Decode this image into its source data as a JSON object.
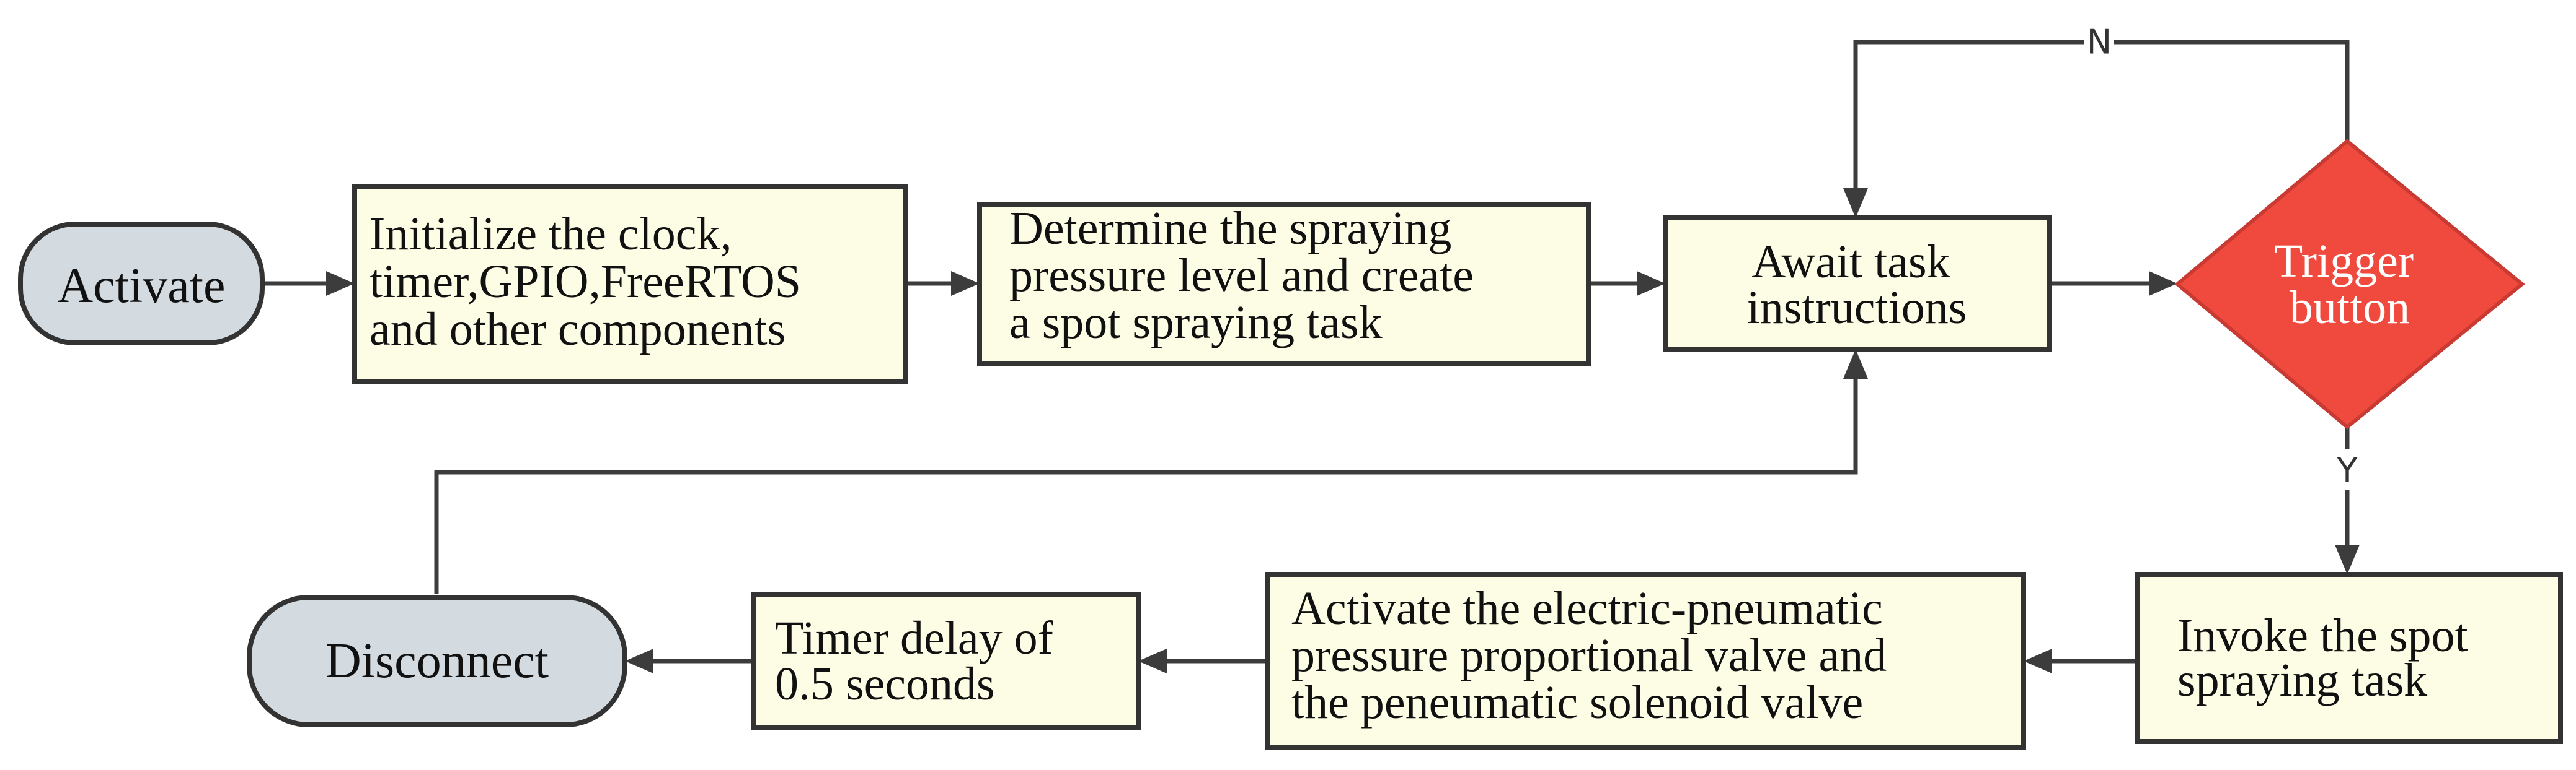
{
  "diagram": {
    "nodes": {
      "activate": {
        "lines": [
          "Activate"
        ]
      },
      "initialize": {
        "lines": [
          "Initialize the clock,",
          "timer,GPIO,FreeRTOS",
          "and other components"
        ]
      },
      "determine": {
        "lines": [
          "Determine the spraying",
          "pressure level and create",
          "a spot spraying task"
        ]
      },
      "await": {
        "lines": [
          "Await task",
          "instructions"
        ]
      },
      "trigger": {
        "lines": [
          "Trigger",
          "button"
        ]
      },
      "invoke": {
        "lines": [
          "Invoke the spot",
          "spraying task"
        ]
      },
      "activate_valves": {
        "lines": [
          "Activate the electric-pneumatic",
          "pressure proportional valve and",
          "the peneumatic solenoid valve"
        ]
      },
      "timer_delay": {
        "lines": [
          "Timer delay of",
          "0.5 seconds"
        ]
      },
      "disconnect": {
        "lines": [
          "Disconnect"
        ]
      }
    },
    "edge_labels": {
      "no": "N",
      "yes": "Y"
    },
    "colors": {
      "box_fill": "#fdfde6",
      "terminal_fill": "#d3dbe0",
      "decision_fill": "#f04a3e",
      "decision_text": "#ffffff",
      "line": "#3c3c3c"
    }
  }
}
